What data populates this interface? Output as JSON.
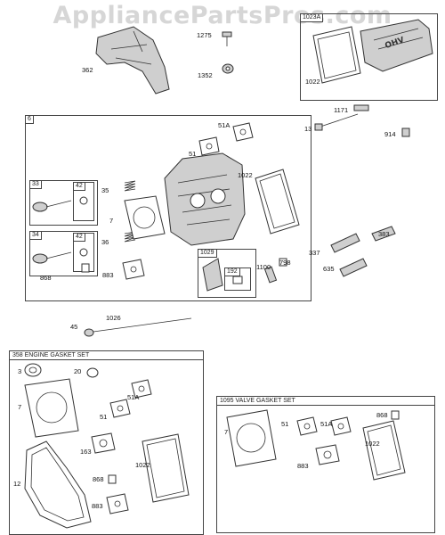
{
  "watermark": "AppliancePartsPros.com",
  "labels": {
    "l362": "362",
    "l1275": "1275",
    "l1352": "1352",
    "l1023a": "1023A",
    "l1022top": "1022",
    "l1171": "1171",
    "l13": "13",
    "l914": "914",
    "l6": "6",
    "l51a": "51A",
    "l51": "51",
    "l1022head": "1022",
    "l33": "33",
    "l42a": "42",
    "l35": "35",
    "l7head": "7",
    "l34": "34",
    "l42b": "42",
    "l36": "36",
    "l868head": "868",
    "l883head": "883",
    "l1029": "1029",
    "l192": "192",
    "l1100": "1100",
    "l798": "798",
    "l383": "383",
    "l337": "337",
    "l635": "635",
    "l45": "45",
    "l1026": "1026",
    "g3": "3",
    "g20": "20",
    "g7": "7",
    "g51a": "51A",
    "g51": "51",
    "g163": "163",
    "g868": "868",
    "g1022": "1022",
    "g12": "12",
    "g883": "883",
    "v7": "7",
    "v51": "51",
    "v51a": "51A",
    "v868": "868",
    "v1022": "1022",
    "v883": "883"
  },
  "titles": {
    "engine_gasket_set": "358 ENGINE GASKET SET",
    "valve_gasket_set": "1095 VALVE GASKET SET"
  }
}
